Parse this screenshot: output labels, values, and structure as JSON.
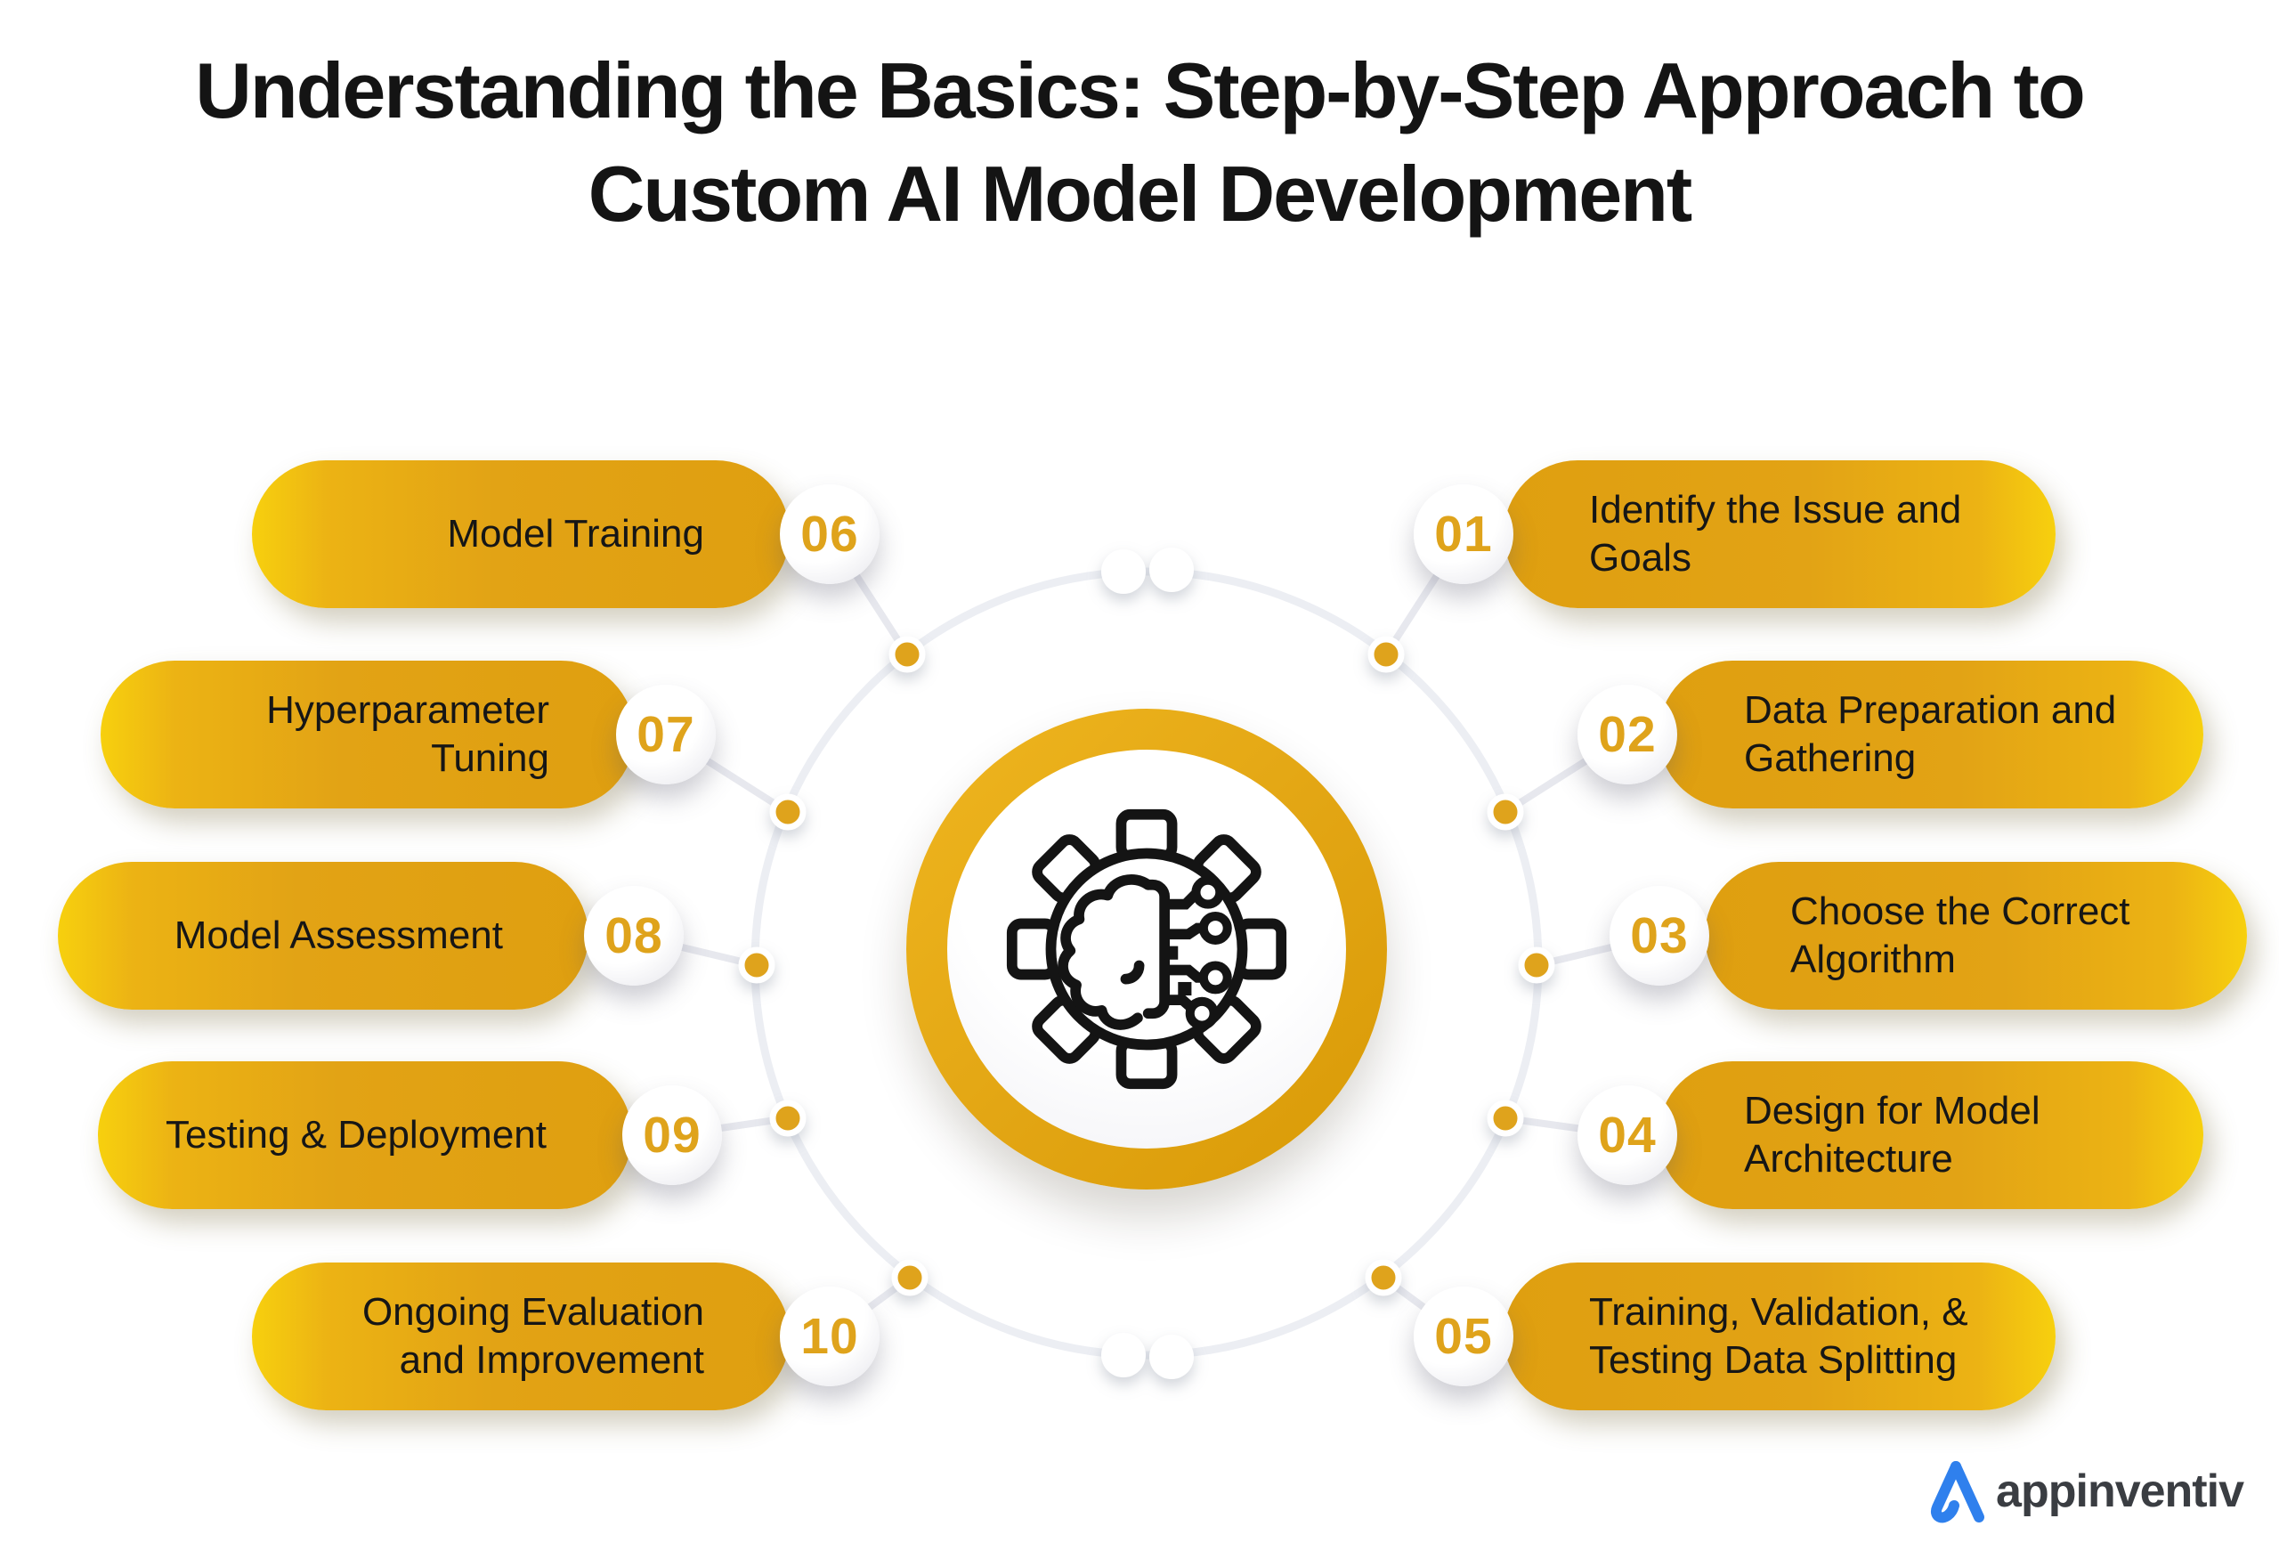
{
  "title": {
    "line1": "Understanding the Basics: Step-by-Step Approach to",
    "line2": "Custom AI Model Development"
  },
  "steps": [
    {
      "num": "01",
      "label": "Identify the Issue and Goals"
    },
    {
      "num": "02",
      "label": "Data Preparation and Gathering"
    },
    {
      "num": "03",
      "label": "Choose the Correct Algorithm"
    },
    {
      "num": "04",
      "label": "Design for Model Architecture"
    },
    {
      "num": "05",
      "label": "Training, Validation, & Testing Data Splitting"
    },
    {
      "num": "06",
      "label": "Model Training"
    },
    {
      "num": "07",
      "label": "Hyperparameter Tuning"
    },
    {
      "num": "08",
      "label": "Model Assessment"
    },
    {
      "num": "09",
      "label": "Testing & Deployment"
    },
    {
      "num": "10",
      "label": "Ongoing Evaluation and Improvement"
    }
  ],
  "center": {
    "icon": "gear-brain-circuit-icon"
  },
  "logo": {
    "brand": "appinventiv"
  },
  "colors": {
    "pill_gold": "#e2a315",
    "pill_gold_light": "#f7d00e",
    "number_gold": "#dfa31b",
    "ring_gold": "#e1a41a",
    "connector_gray": "#eaebf0",
    "title_black": "#141414",
    "logo_blue": "#2f80ed",
    "logo_text_color": "#3a3d42"
  }
}
